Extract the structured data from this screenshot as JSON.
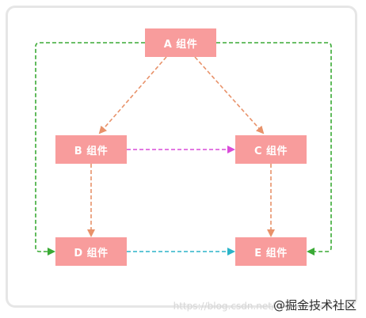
{
  "nodes": {
    "a": "A 组件",
    "b": "B 组件",
    "c": "C 组件",
    "d": "D 组件",
    "e": "E 组件"
  },
  "watermark": {
    "url": "https://blog.csdn.net/",
    "brand": "@掘金技术社区"
  },
  "colors": {
    "node_fill": "#f89c9c",
    "parent_child_edge": "#e8926a",
    "sibling_edge": "#d94bd9",
    "d_to_e_edge": "#2bb4c8",
    "a_to_d_e_edge": "#3aaa35"
  }
}
